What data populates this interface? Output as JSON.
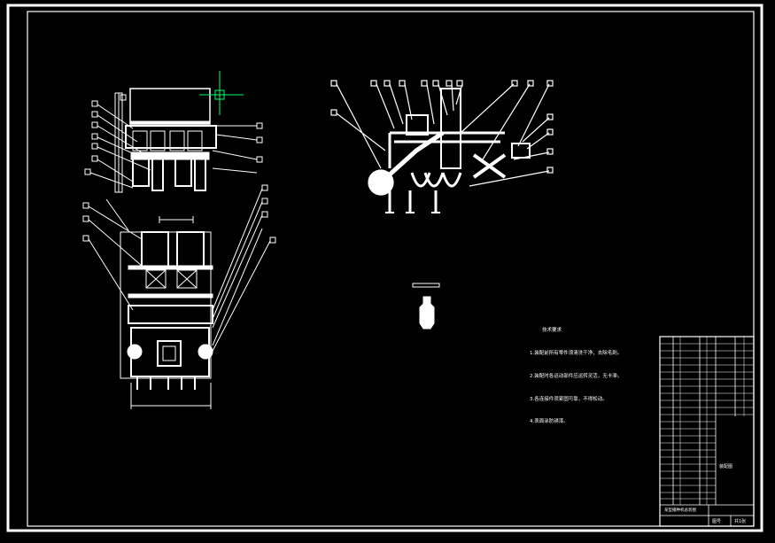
{
  "technical_notes": {
    "title": "技术要求",
    "lines": [
      "1.装配前所有零件须清洗干净，去除毛刺。",
      "2.装配时各运动部件应运转灵活，无卡滞。",
      "3.各连接件须紧固可靠，不得松动。",
      "4.表面涂防锈漆。"
    ]
  },
  "title_block": {
    "drawing_title": "装配图",
    "footer_name": "某型播种机总装图",
    "footer_no": "图号",
    "footer_sheet": "共1张"
  },
  "colors": {
    "background": "#000000",
    "lines": "#ffffff",
    "cursor": "#00ff66"
  }
}
